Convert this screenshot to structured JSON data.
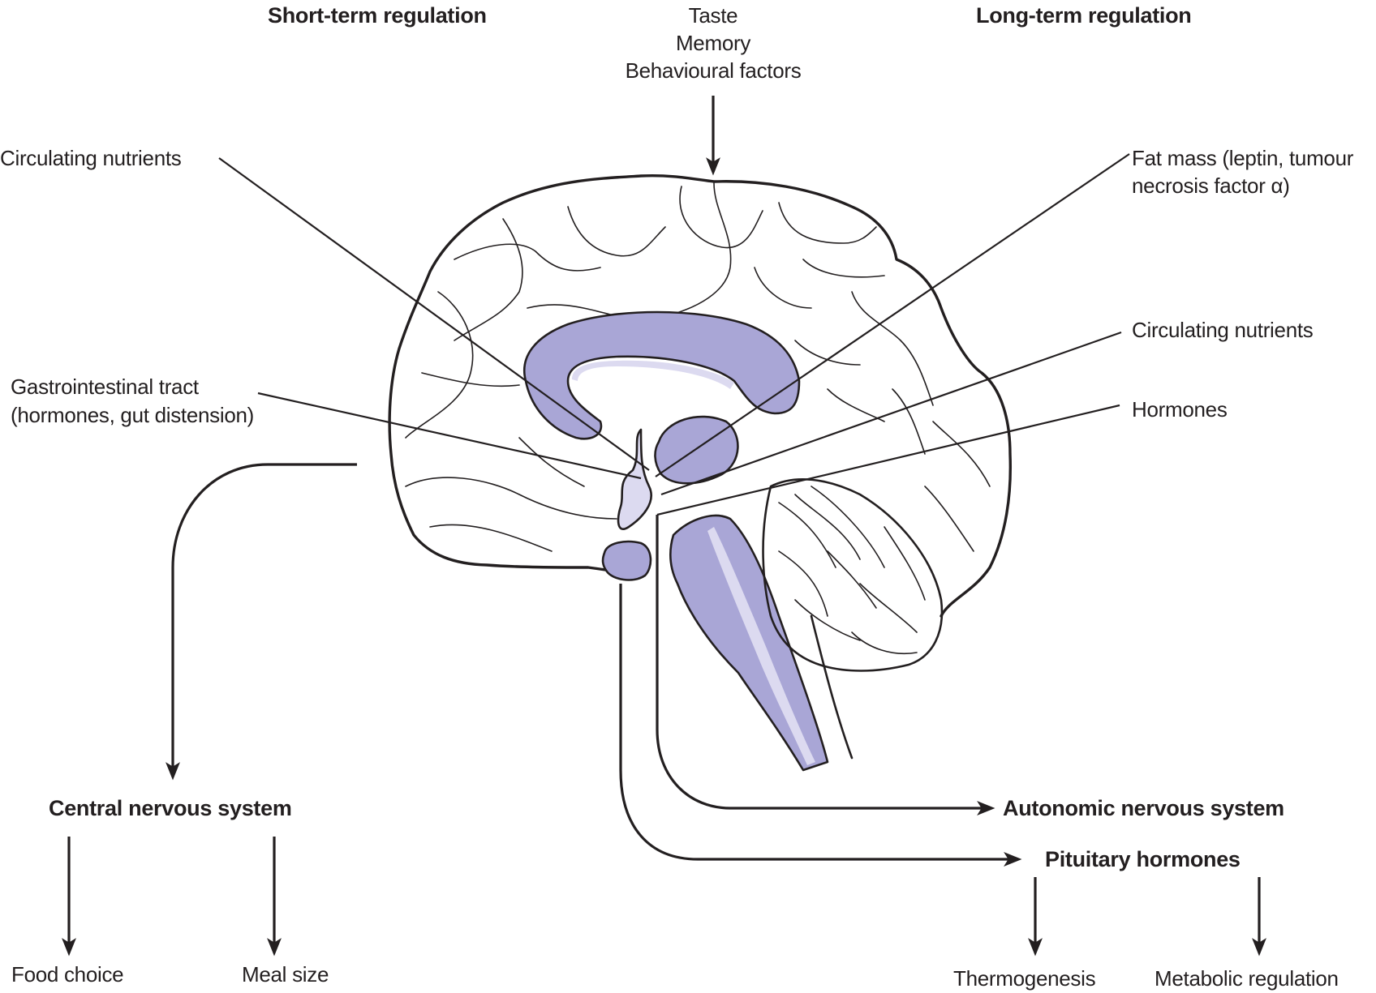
{
  "figure": {
    "headings": {
      "short_term": "Short-term regulation",
      "long_term": "Long-term regulation"
    },
    "top_inputs": [
      "Taste",
      "Memory",
      "Behavioural factors"
    ],
    "left_inputs": {
      "circulating_nutrients": "Circulating nutrients",
      "gi_tract_line1": "Gastrointestinal tract",
      "gi_tract_line2": "(hormones, gut distension)"
    },
    "right_inputs": {
      "fat_mass_line1": "Fat mass (leptin, tumour",
      "fat_mass_line2": "necrosis factor α)",
      "circulating_nutrients": "Circulating nutrients",
      "hormones": "Hormones"
    },
    "outputs": {
      "cns": {
        "label": "Central nervous system",
        "children": [
          "Food choice",
          "Meal size"
        ]
      },
      "ans": {
        "label": "Autonomic nervous system"
      },
      "pituitary": {
        "label": "Pituitary hormones",
        "children": [
          "Thermogenesis",
          "Metabolic regulation"
        ]
      }
    },
    "colors": {
      "line": "#231f20",
      "structure_fill": "#a9a6d6",
      "structure_highlight": "#dcdaf0",
      "background": "#ffffff"
    }
  }
}
